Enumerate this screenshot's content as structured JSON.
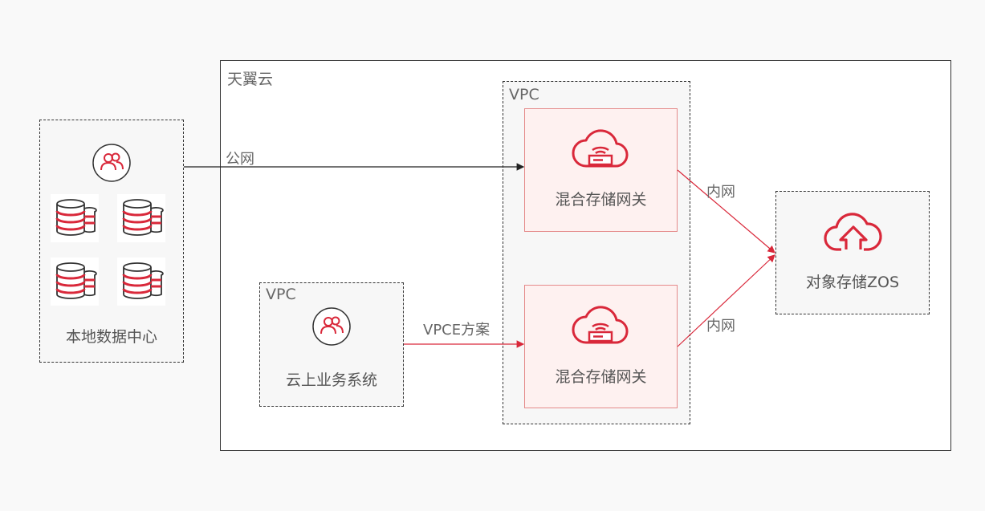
{
  "cloud_label": "天翼云",
  "idc": {
    "label": "本地数据中心"
  },
  "vpc_gateway": {
    "label": "VPC"
  },
  "vpc_business": {
    "label": "VPC",
    "system_label": "云上业务系统"
  },
  "gateway_top": {
    "label": "混合存储网关"
  },
  "gateway_bottom": {
    "label": "混合存储网关"
  },
  "zos": {
    "label": "对象存储ZOS"
  },
  "edges": {
    "public": "公网",
    "vpce": "VPCE方案",
    "intranet_top": "内网",
    "intranet_bottom": "内网"
  },
  "colors": {
    "accent": "#d9283a",
    "line_black": "#222222"
  },
  "icons": [
    "users-icon",
    "database-icon",
    "cloud-gateway-icon",
    "cloud-upload-icon"
  ]
}
